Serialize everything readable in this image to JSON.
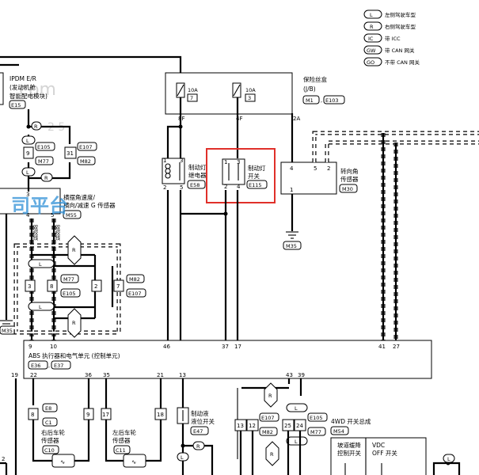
{
  "legend": [
    {
      "code": "L",
      "text": "左侧驾驶车型"
    },
    {
      "code": "R",
      "text": "右侧驾驶车型"
    },
    {
      "code": "IC",
      "text": "带 ICC"
    },
    {
      "code": "GW",
      "text": "带 CAN 网关"
    },
    {
      "code": "GO",
      "text": "不带 CAN 网关"
    }
  ],
  "ipdm": {
    "name_en": "IPDM E/R",
    "name_l2": "(发动机舱",
    "name_l3": "智能配电模块)",
    "conn": "E15"
  },
  "fuse_box": {
    "name": "保险丝盒",
    "sub": "(J/B)",
    "conn1": "M1",
    "conn2": "E103",
    "fuse1_amp": "10A",
    "fuse1_no": "7",
    "fuse2_amp": "10A",
    "fuse2_no": "3",
    "pin1": "8F",
    "pin2": "4F",
    "pin3": "2A"
  },
  "brake_relay": {
    "name1": "制动灯",
    "name2": "继电器",
    "conn": "E58",
    "p1": "1",
    "p2": "3",
    "p3": "2",
    "p4": "5"
  },
  "brake_switch": {
    "name1": "制动灯",
    "name2": "开关",
    "conn": "E115",
    "p1": "1",
    "p2": "3",
    "p3": "2",
    "p4": "4"
  },
  "steer_sensor": {
    "name1": "转向角",
    "name2": "传感器",
    "conn": "M30",
    "p1": "4",
    "p2": "5",
    "p3": "2",
    "p4": "1"
  },
  "ground_m35": "M35",
  "ground_m35_left": "M35",
  "yaw_sensor": {
    "name1": "横摆角速度/",
    "name2": "横向/减速 G 传感器",
    "conn": "M55",
    "p3": "3",
    "p4": "4",
    "p5": "5"
  },
  "left_pins": {
    "p9": "9",
    "p31": "31",
    "e105": "E105",
    "e107": "E107",
    "m77": "M77",
    "m82": "M82"
  },
  "twisted": "双绞线",
  "mid_connectors": {
    "p3": "3",
    "p8": "8",
    "p2": "2",
    "p7": "7",
    "m77": "M77",
    "e105": "E105",
    "m82": "M82",
    "e107": "E107"
  },
  "abs": {
    "name": "ABS 执行器和电气单元 (控制单元)",
    "conn1": "E36",
    "conn2": "E37",
    "pins_top": [
      "9",
      "10",
      "46",
      "37",
      "17",
      "41",
      "27"
    ],
    "pins_bottom": [
      "19",
      "22",
      "36",
      "35",
      "21",
      "13",
      "43",
      "39"
    ]
  },
  "right_wheel": {
    "name1": "右后车轮",
    "name2": "传感器",
    "conn": "C10",
    "p_e8": "E8",
    "p_c1": "C1",
    "p8": "8",
    "p9": "9"
  },
  "left_wheel": {
    "name1": "左后车轮",
    "name2": "传感器",
    "conn": "C11",
    "p17": "17",
    "p18": "18"
  },
  "brake_fluid": {
    "name1": "制动液",
    "name2": "液位开关",
    "conn": "E47"
  },
  "fwd_switch": {
    "name": "4WD 开关总成",
    "conn": "M54",
    "sub1a": "坡道缓降",
    "sub1b": "控制开关",
    "sub2a": "VDC",
    "sub2b": "OFF 开关",
    "p13": "13",
    "p12": "12",
    "p25": "25",
    "p24": "24",
    "e107": "E107",
    "m82": "M82",
    "e105": "E105",
    "m77": "M77"
  },
  "watermark": {
    "a": "司平台",
    "b": "com",
    "c": "2 5"
  }
}
